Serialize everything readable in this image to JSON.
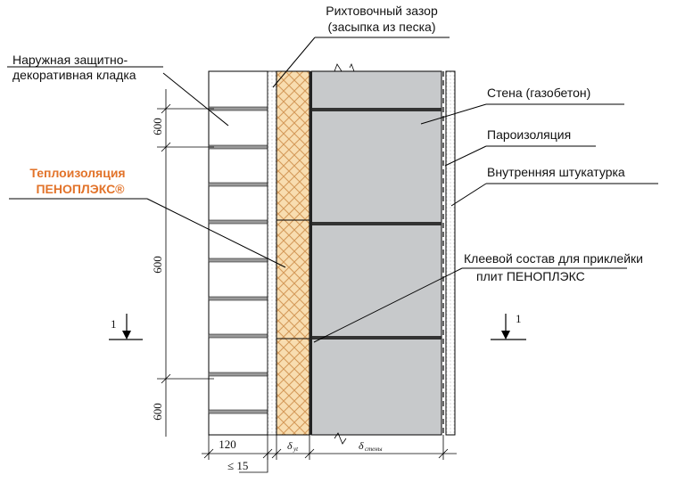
{
  "labels": {
    "gap_line1": "Рихтовочный зазор",
    "gap_line2": "(засыпка из песка)",
    "cladding_line1": "Наружная защитно-",
    "cladding_line2": "декоративная кладка",
    "insulation_line1": "Теплоизоляция",
    "insulation_line2": "ПЕНОПЛЭКС®",
    "wall": "Стена (газобетон)",
    "vapor_barrier": "Пароизоляция",
    "plaster": "Внутренняя штукатурка",
    "adhesive_line1": "Клеевой состав для приклейки",
    "adhesive_line2": "плит ПЕНОПЛЭКС"
  },
  "dimensions": {
    "brick_width": "120",
    "joint_max": "≤ 15",
    "insulation_thickness": "δ",
    "insulation_thickness_sub": "уt",
    "wall_thickness": "δ",
    "wall_thickness_sub": "стены",
    "spacing_top": "600",
    "spacing_middle": "600",
    "spacing_bottom": "600"
  },
  "section_marks": {
    "left": "1",
    "right": "1"
  },
  "colors": {
    "accent_text": "#e2732a",
    "insulation_fill": "#f8ddb0",
    "insulation_hatch": "#d49a5a",
    "wall_fill": "#c7c9cb",
    "brick_fill": "#ffffff",
    "joint_fill": "#9a9a9a"
  }
}
